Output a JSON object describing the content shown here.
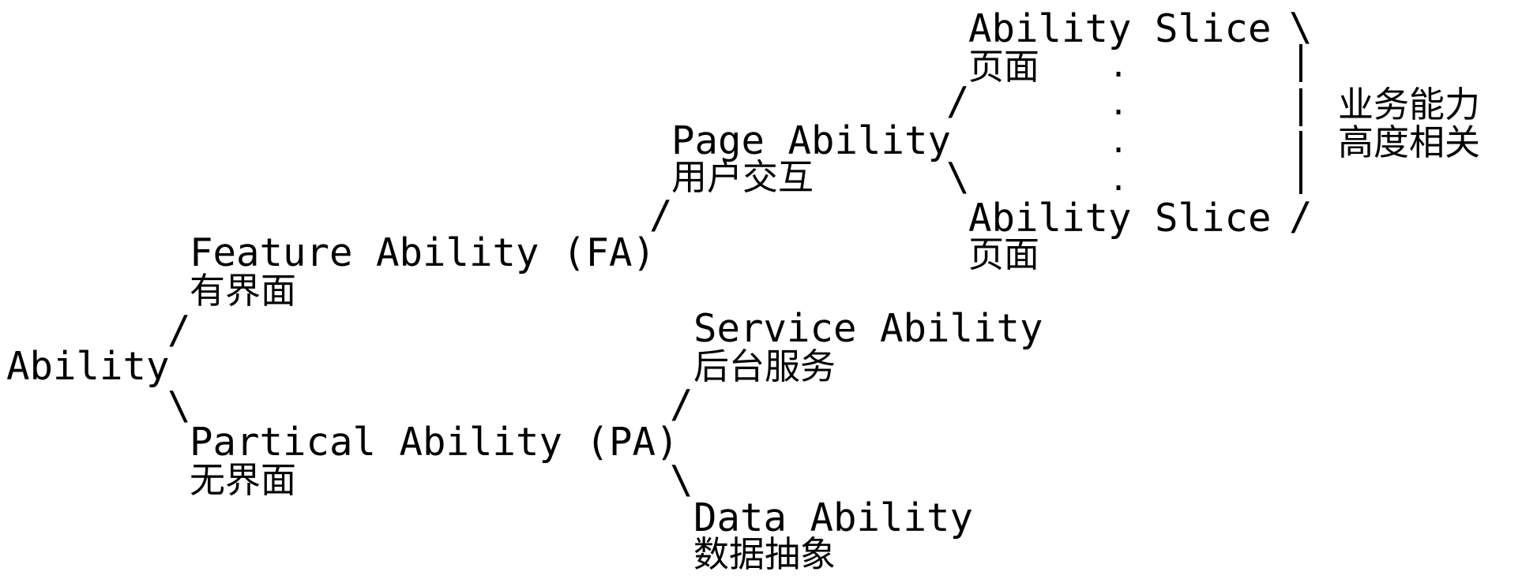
{
  "root": {
    "label": "Ability"
  },
  "feature_ability": {
    "title": "Feature Ability (FA)",
    "subtitle": "有界面"
  },
  "partical_ability": {
    "title": "Partical Ability (PA)",
    "subtitle": "无界面"
  },
  "page_ability": {
    "title": "Page Ability",
    "subtitle": "用户交互"
  },
  "service_ability": {
    "title": "Service Ability",
    "subtitle": "后台服务"
  },
  "data_ability": {
    "title": "Data Ability",
    "subtitle": "数据抽象"
  },
  "ability_slices": [
    {
      "title": "Ability Slice",
      "subtitle": "页面"
    },
    {
      "title": "Ability Slice",
      "subtitle": "页面"
    }
  ],
  "ellipsis_dot": ".",
  "connectors": {
    "up": "/",
    "down": "\\"
  },
  "note": {
    "line1": "业务能力",
    "line2": "高度相关"
  }
}
